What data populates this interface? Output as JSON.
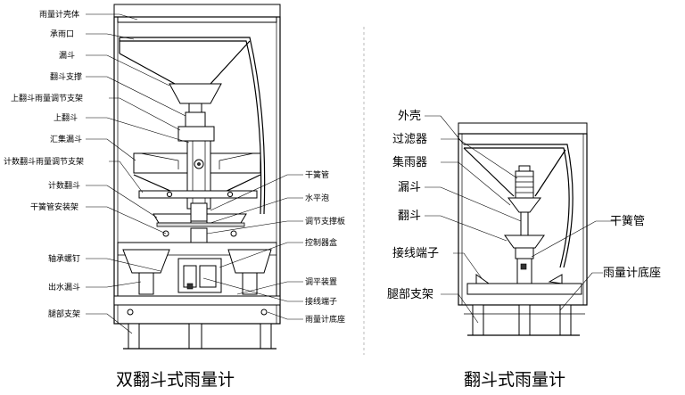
{
  "left": {
    "caption": "双翻斗式雨量计",
    "labels_left": [
      "雨量计壳体",
      "承雨口",
      "漏斗",
      "翻斗支撑",
      "上翻斗雨量调节支架",
      "上翻斗",
      "汇集漏斗",
      "计数翻斗雨量调节支架",
      "计数翻斗",
      "干簧管安装架",
      "轴承螺钉",
      "出水漏斗",
      "腿部支架"
    ],
    "labels_right": [
      "干簧管",
      "水平泡",
      "调节支撑板",
      "控制器盒",
      "调平装置",
      "接线端子",
      "雨量计底座"
    ]
  },
  "right": {
    "caption": "翻斗式雨量计",
    "labels_left": [
      "外壳",
      "过滤器",
      "集雨器",
      "漏斗",
      "翻斗",
      "接线端子",
      "腿部支架"
    ],
    "labels_right": [
      "干簧管",
      "雨量计底座"
    ]
  }
}
